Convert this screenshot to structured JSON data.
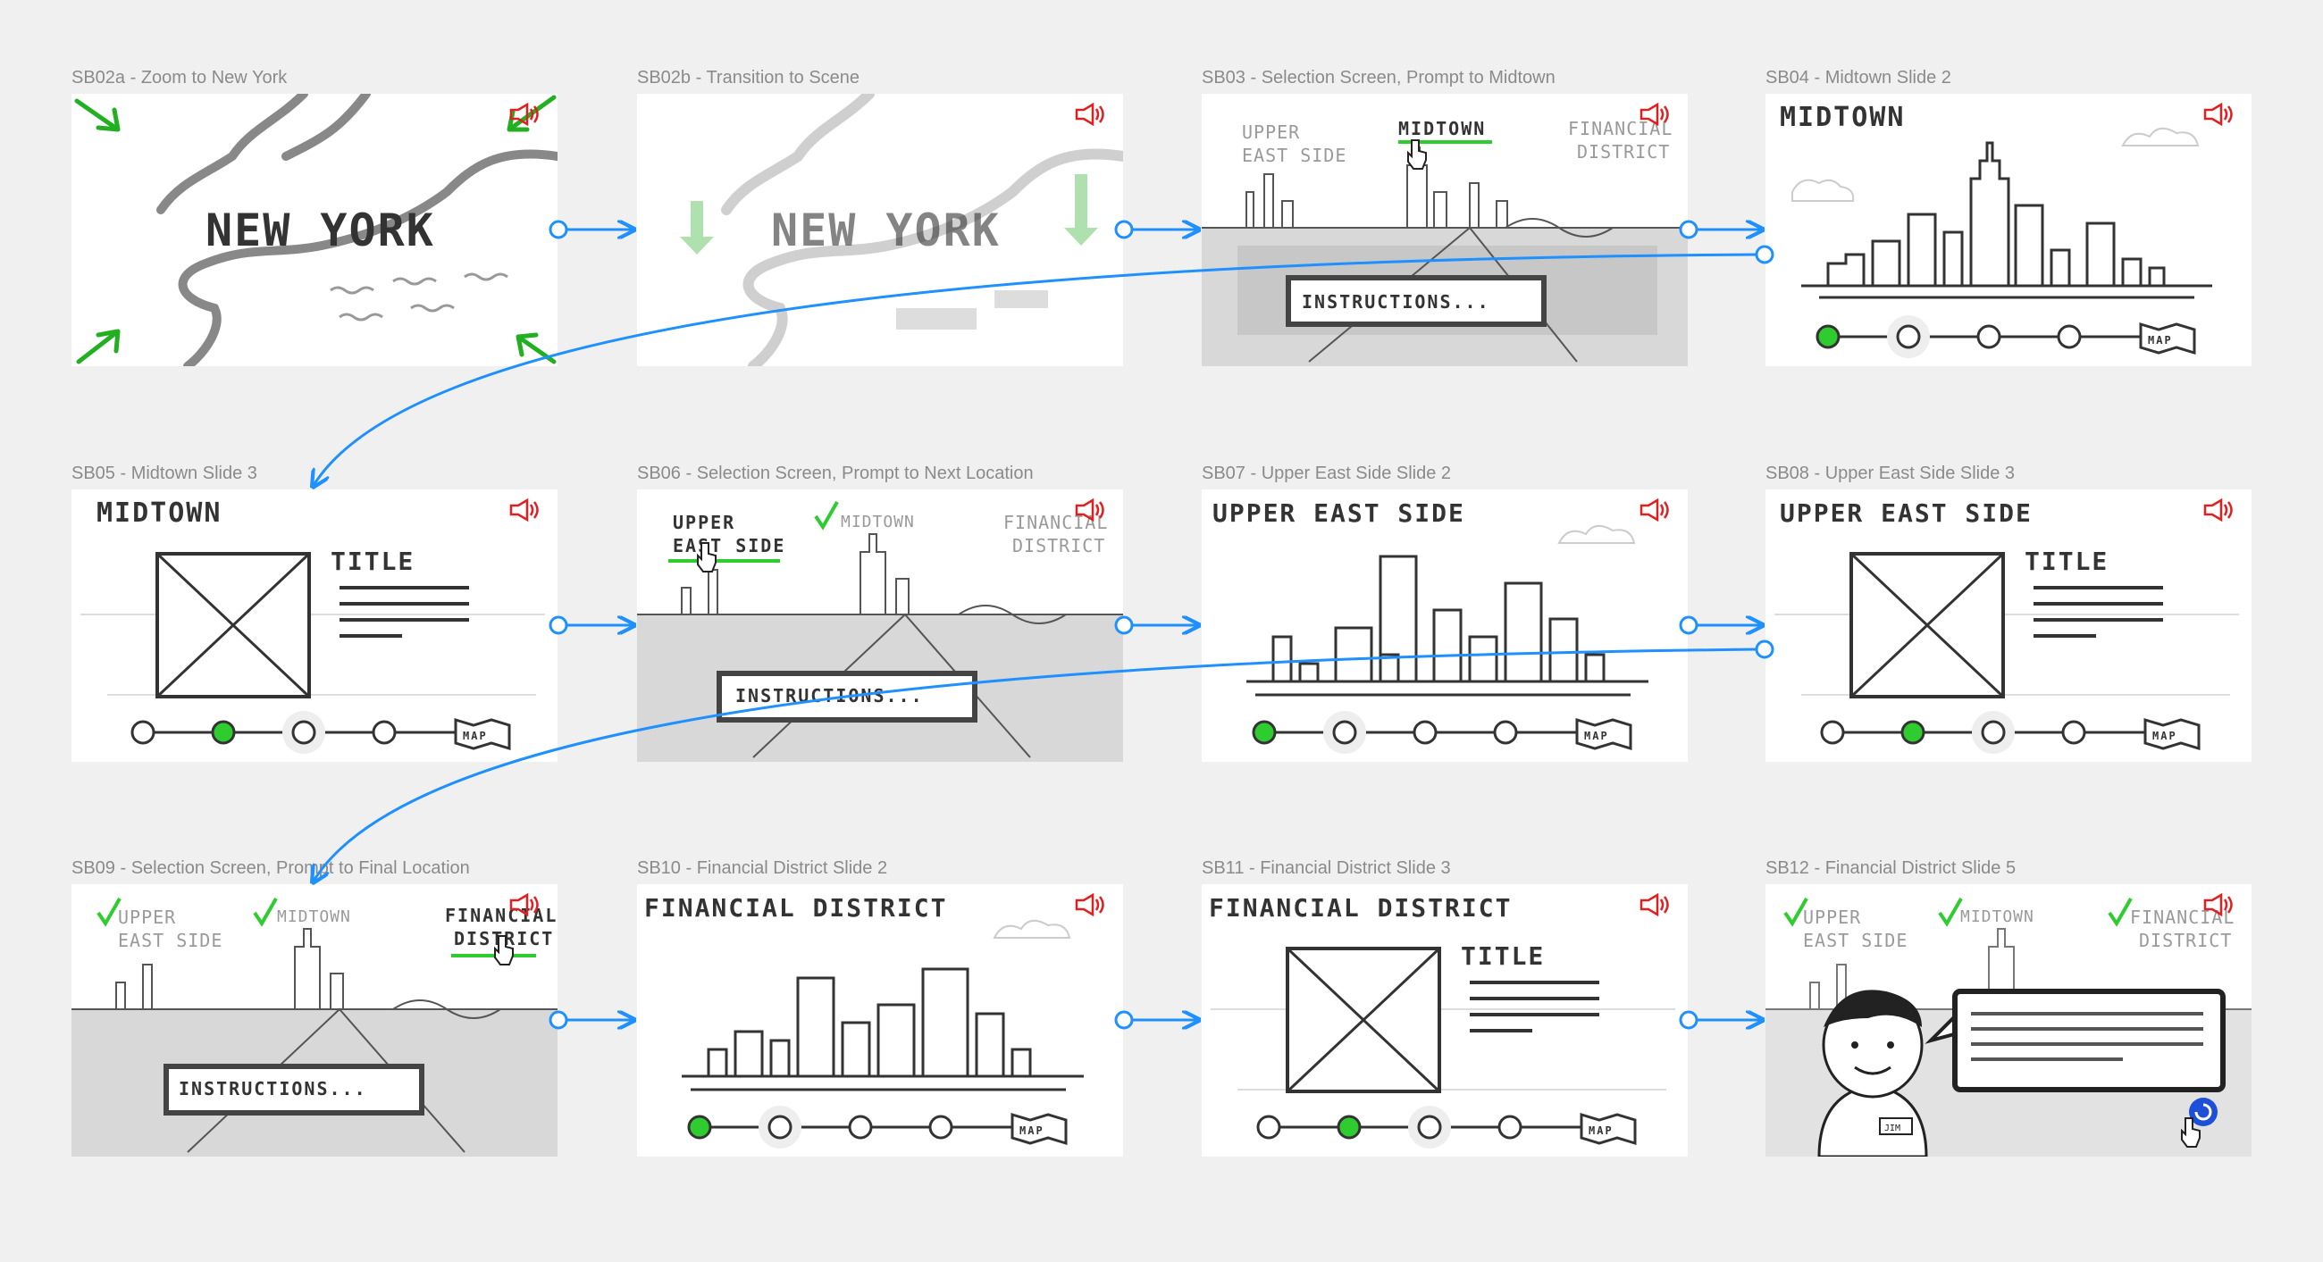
{
  "frames": [
    {
      "label": "SB02a - Zoom to New York",
      "title": "NEW YORK"
    },
    {
      "label": "SB02b - Transition to Scene",
      "title": "NEW YORK"
    },
    {
      "label": "SB03 - Selection Screen, Prompt to Midtown",
      "loc1": "UPPER",
      "loc1b": "EAST SIDE",
      "loc2": "MIDTOWN",
      "loc3": "FINANCIAL",
      "loc3b": "DISTRICT",
      "instructions": "INSTRUCTIONS..."
    },
    {
      "label": "SB04 - Midtown Slide 2",
      "title": "MIDTOWN",
      "map": "MAP"
    },
    {
      "label": "SB05 - Midtown Slide 3",
      "title": "MIDTOWN",
      "heading": "TITLE",
      "map": "MAP"
    },
    {
      "label": "SB06 - Selection Screen, Prompt to Next Location",
      "loc1": "UPPER",
      "loc1b": "EAST SIDE",
      "loc2": "MIDTOWN",
      "loc3": "FINANCIAL",
      "loc3b": "DISTRICT",
      "instructions": "INSTRUCTIONS..."
    },
    {
      "label": "SB07 - Upper East Side Slide 2",
      "title": "UPPER EAST SIDE",
      "map": "MAP"
    },
    {
      "label": "SB08 - Upper East Side Slide 3",
      "title": "UPPER EAST SIDE",
      "heading": "TITLE",
      "map": "MAP"
    },
    {
      "label": "SB09 - Selection Screen, Prompt to Final Location",
      "loc1": "UPPER",
      "loc1b": "EAST SIDE",
      "loc2": "MIDTOWN",
      "loc3": "FINANCIAL",
      "loc3b": "DISTRICT",
      "instructions": "INSTRUCTIONS..."
    },
    {
      "label": "SB10 - Financial District Slide 2",
      "title": "FINANCIAL DISTRICT",
      "map": "MAP"
    },
    {
      "label": "SB11 - Financial District Slide 3",
      "title": "FINANCIAL DISTRICT",
      "heading": "TITLE",
      "map": "MAP"
    },
    {
      "label": "SB12 - Financial District Slide 5",
      "loc1": "UPPER",
      "loc1b": "EAST SIDE",
      "loc2": "MIDTOWN",
      "loc3": "FINANCIAL",
      "loc3b": "DISTRICT",
      "badge": "JIM"
    }
  ],
  "colors": {
    "background": "#f0f0f0",
    "label": "#8a8a8a",
    "connector": "#1e90ff",
    "accent_green": "#2ecc2e",
    "speaker_red": "#e02020",
    "sketch": "#333333"
  },
  "icons": {
    "speaker": "speaker-icon",
    "cursor": "hand-cursor-icon",
    "check": "checkmark-icon",
    "map": "map-icon",
    "replay": "replay-icon"
  }
}
